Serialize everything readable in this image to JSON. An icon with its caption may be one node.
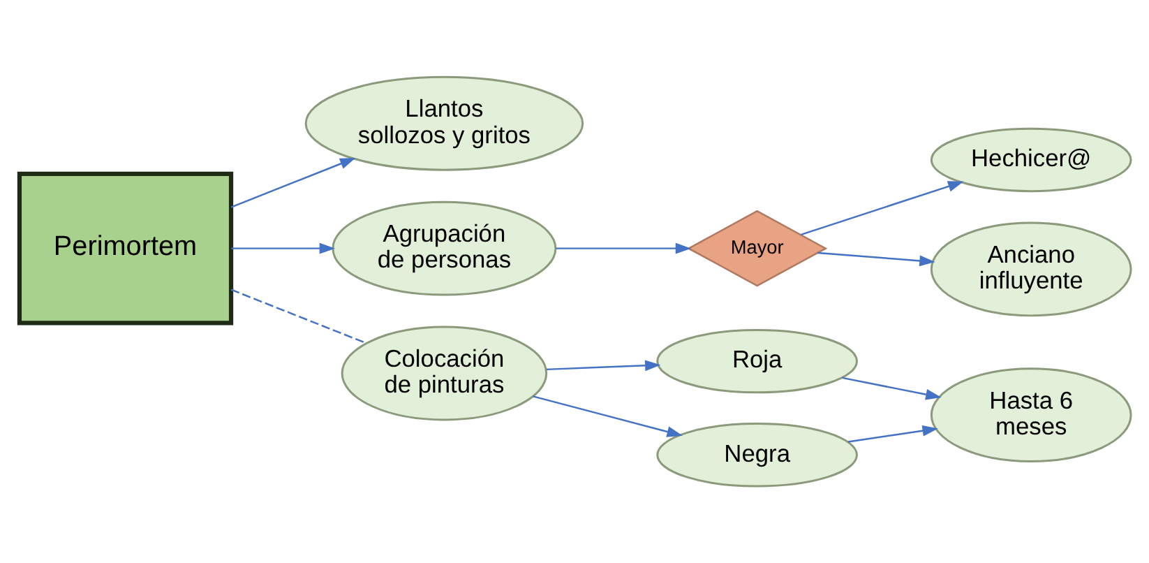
{
  "diagram": {
    "nodes": [
      {
        "text": [
          "Perimortem"
        ]
      },
      {
        "text": [
          "Llantos sollozos y gritos"
        ]
      },
      {
        "text": [
          "Agrupación de personas"
        ]
      },
      {
        "text": [
          "Mayor"
        ]
      },
      {
        "text": [
          "Hechicer@"
        ]
      },
      {
        "text": [
          "Anciano influyente"
        ]
      },
      {
        "text": [
          "Colocación de pinturas"
        ]
      },
      {
        "text": [
          "Roja"
        ]
      },
      {
        "text": [
          "Negra"
        ]
      },
      {
        "text": [
          "Hasta 6 meses"
        ]
      }
    ],
    "edges": [
      {
        "from": 0,
        "to": 1,
        "arrow": "to"
      },
      {
        "from": 0,
        "to": 2,
        "arrow": "to"
      },
      {
        "from": 0,
        "to": 6,
        "arrow": "none",
        "style": "dashed"
      },
      {
        "from": 2,
        "to": 3,
        "arrow": "to"
      },
      {
        "from": 3,
        "to": 4,
        "arrow": "to"
      },
      {
        "from": 3,
        "to": 5,
        "arrow": "to"
      },
      {
        "from": 6,
        "to": 7,
        "arrow": "to"
      },
      {
        "from": 6,
        "to": 8,
        "arrow": "to"
      },
      {
        "from": 7,
        "to": 9,
        "arrow": "to"
      },
      {
        "from": 8,
        "to": 9,
        "arrow": "to"
      }
    ]
  }
}
